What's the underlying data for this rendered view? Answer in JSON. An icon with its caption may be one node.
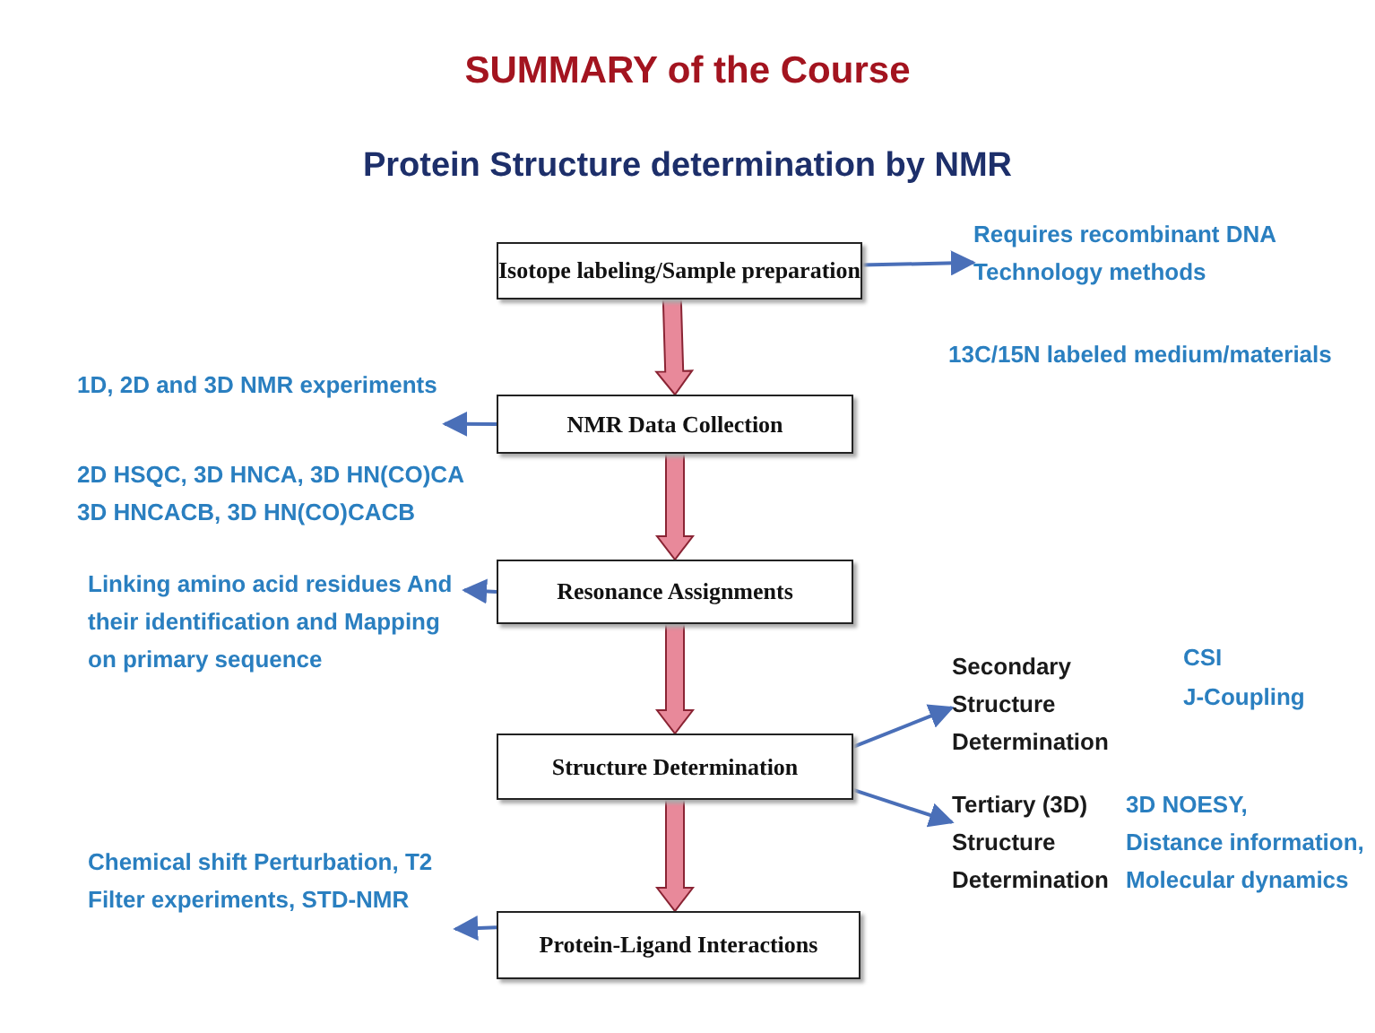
{
  "diagram": {
    "title": "SUMMARY of the Course",
    "nodes": [
      {
        "text": [
          "Isotope labeling/Sample preparation"
        ]
      },
      {
        "text": [
          "NMR Data Collection"
        ]
      },
      {
        "text": [
          "Resonance Assignments"
        ]
      },
      {
        "text": [
          "Structure Determination"
        ]
      },
      {
        "text": [
          "Protein-Ligand Interactions"
        ]
      },
      {
        "text": [
          "Requires recombinant DNA Technology methods"
        ]
      },
      {
        "text": [
          "1D, 2D and 3D NMR experiments"
        ]
      },
      {
        "text": [
          "Linking amino acid residues And their identification and Mapping on primary sequence"
        ]
      },
      {
        "text": [
          "Secondary Structure Determination"
        ],
        "beside": [
          "CSI",
          "J-Coupling"
        ]
      },
      {
        "text": [
          "Tertiary (3D) Structure Determination"
        ],
        "beside": [
          "3D NOESY,",
          "Distance information,",
          "Molecular dynamics"
        ]
      },
      {
        "text": [
          "Chemical shift Perturbation, T2 Filter experiments, STD-NMR"
        ]
      }
    ],
    "edges": [
      {
        "from": 0,
        "to": 1,
        "arrow": "to",
        "style": "thick",
        "color": "#e8899a"
      },
      {
        "from": 1,
        "to": 2,
        "arrow": "to",
        "style": "thick",
        "color": "#e8899a"
      },
      {
        "from": 2,
        "to": 3,
        "arrow": "to",
        "style": "thick",
        "color": "#e8899a"
      },
      {
        "from": 3,
        "to": 4,
        "arrow": "to",
        "style": "thick",
        "color": "#e8899a"
      },
      {
        "from": 0,
        "to": 5,
        "arrow": "to"
      },
      {
        "from": 1,
        "to": 6,
        "arrow": "to"
      },
      {
        "from": 2,
        "to": 7,
        "arrow": "to"
      },
      {
        "from": 3,
        "to": 8,
        "arrow": "to"
      },
      {
        "from": 3,
        "to": 9,
        "arrow": "to"
      },
      {
        "from": 4,
        "to": 10,
        "arrow": "to"
      }
    ],
    "labels": [
      "Protein Structure determination by NMR",
      "13C/15N labeled medium/materials",
      "2D HSQC, 3D HNCA, 3D HN(CO)CA 3D HNCACB, 3D HN(CO)CACB"
    ]
  }
}
